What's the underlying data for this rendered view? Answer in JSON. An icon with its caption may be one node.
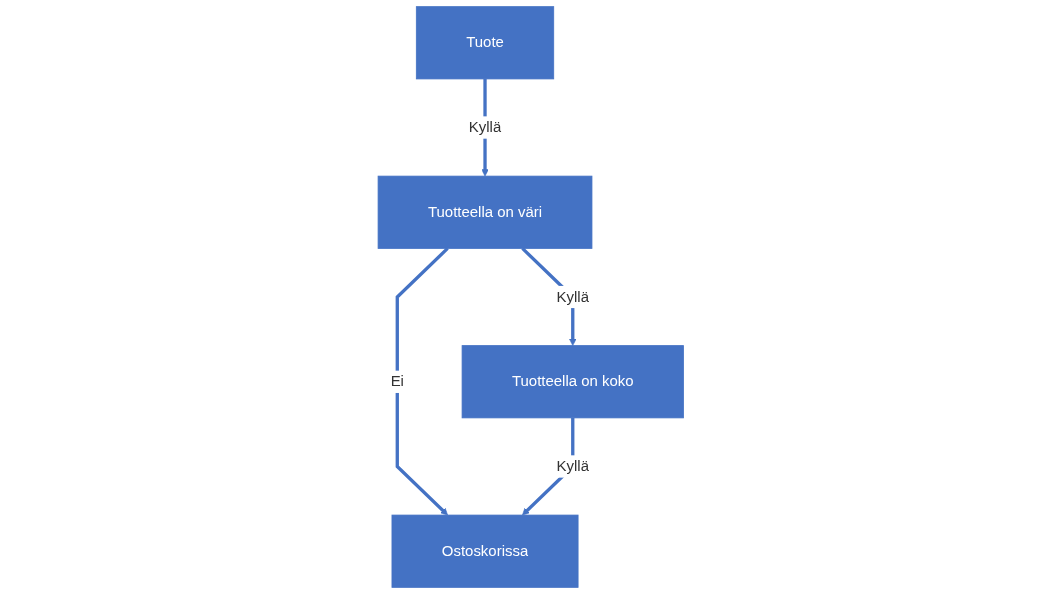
{
  "diagram": {
    "nodes": [
      {
        "text": [
          "Tuote"
        ]
      },
      {
        "text": [
          "Tuotteella on väri"
        ]
      },
      {
        "text": [
          "Tuotteella on koko"
        ]
      },
      {
        "text": [
          "Ostoskorissa"
        ]
      }
    ],
    "edges": [
      {
        "from": 0,
        "to": 1,
        "arrow": "to",
        "label": "Kyllä"
      },
      {
        "from": 1,
        "to": 2,
        "arrow": "to",
        "label": "Kyllä"
      },
      {
        "from": 1,
        "to": 3,
        "arrow": "to",
        "label": "Ei"
      },
      {
        "from": 2,
        "to": 3,
        "arrow": "to",
        "label": "Kyllä"
      }
    ]
  }
}
